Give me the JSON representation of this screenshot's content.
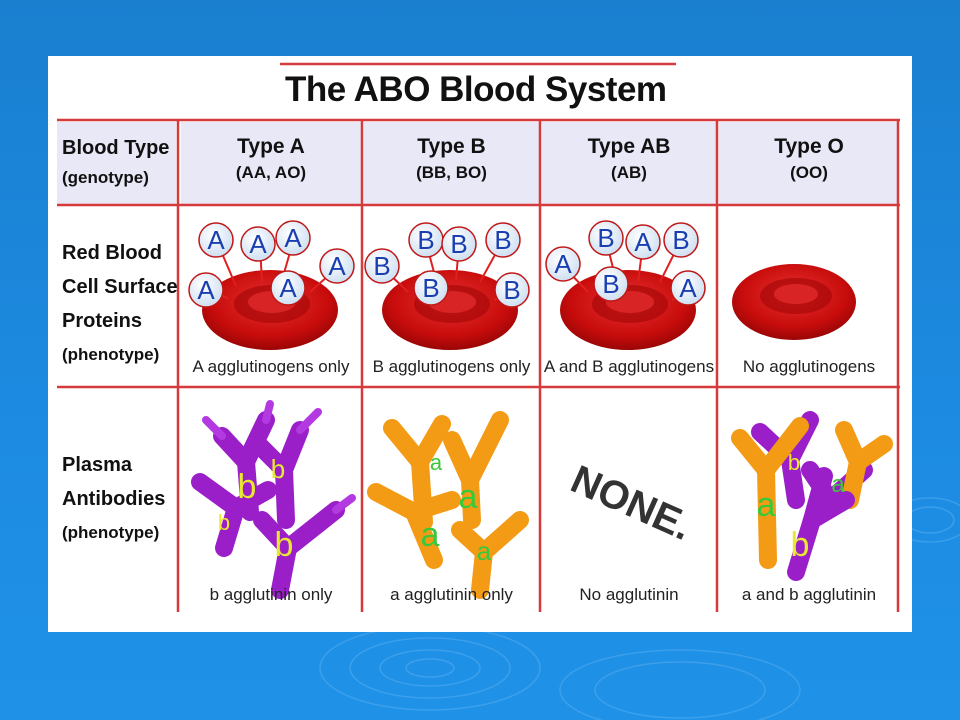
{
  "title": "The ABO Blood System",
  "row_labels": {
    "blood_type": [
      "Blood Type",
      "(genotype)"
    ],
    "rbc": [
      "Red Blood",
      "Cell Surface",
      "Proteins",
      "(phenotype)"
    ],
    "plasma": [
      "Plasma",
      "Antibodies",
      "(phenotype)"
    ]
  },
  "columns": [
    {
      "type": "Type A",
      "genotype": "(AA, AO)",
      "rbc_caption": "A agglutinogens only",
      "plasma_caption": "b agglutinin only"
    },
    {
      "type": "Type B",
      "genotype": "(BB, BO)",
      "rbc_caption": "B agglutinogens only",
      "plasma_caption": "a agglutinin only"
    },
    {
      "type": "Type AB",
      "genotype": "(AB)",
      "rbc_caption": "A and B agglutinogens",
      "plasma_caption": "No agglutinin"
    },
    {
      "type": "Type O",
      "genotype": "(OO)",
      "rbc_caption": "No agglutinogens",
      "plasma_caption": "a and b agglutinin"
    }
  ],
  "antigen_letters": {
    "type_a": [
      "A",
      "A",
      "A",
      "A",
      "A",
      "A"
    ],
    "type_b": [
      "B",
      "B",
      "B",
      "B",
      "B",
      "B"
    ],
    "type_ab": [
      "A",
      "B",
      "A",
      "B",
      "B",
      "A"
    ]
  },
  "antibody_letters": {
    "type_a": [
      "b",
      "b",
      "b",
      "b"
    ],
    "type_b": [
      "a",
      "a",
      "a",
      "a"
    ],
    "type_o": [
      "a",
      "b",
      "a",
      "b"
    ]
  },
  "none_text": "NONE.",
  "colors": {
    "background": "#1c8ae0",
    "grid_line": "#d63a3a",
    "header_fill": "#e9e8f6",
    "cell_red": "#d01010",
    "antigen_fill": "#e3eef8",
    "antigen_text": "#1a3fb0",
    "anti_b_purple": "#9b1fc9",
    "anti_a_orange": "#f49b16",
    "antibody_letter": "#e8e830"
  }
}
